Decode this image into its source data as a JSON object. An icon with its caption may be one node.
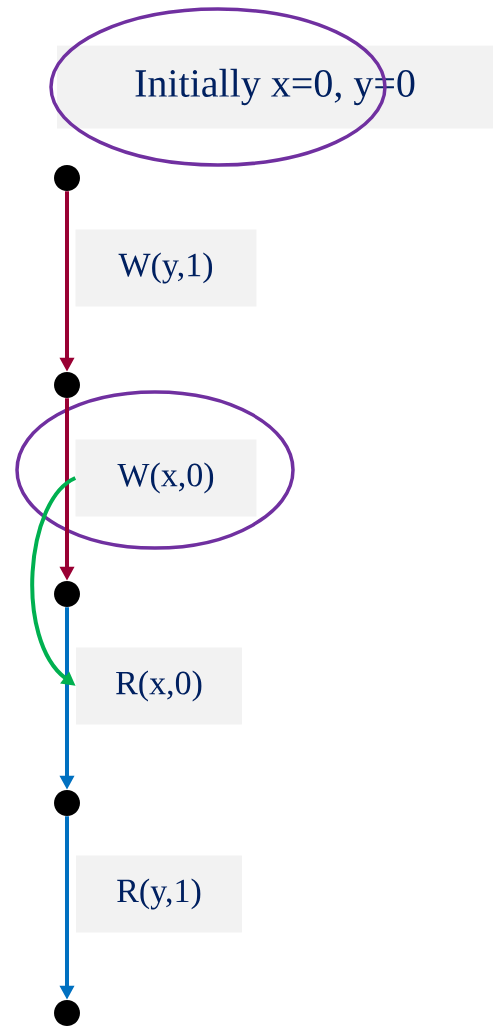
{
  "diagram": {
    "nodes": [
      {
        "text": [
          "Initially x=0, y=0"
        ]
      },
      {
        "text": [],
        "shape": "circle"
      },
      {
        "text": [
          "W(y,1)"
        ]
      },
      {
        "text": [],
        "shape": "circle"
      },
      {
        "text": [
          "W(x,0)"
        ]
      },
      {
        "text": [],
        "shape": "circle"
      },
      {
        "text": [
          "R(x,0)"
        ]
      },
      {
        "text": [],
        "shape": "circle"
      },
      {
        "text": [
          "R(y,1)"
        ]
      },
      {
        "text": [],
        "shape": "circle"
      }
    ],
    "edges": [
      {
        "from": 1,
        "to": 3,
        "arrow": "to",
        "color": "#990033"
      },
      {
        "from": 3,
        "to": 5,
        "arrow": "to",
        "color": "#990033"
      },
      {
        "from": 5,
        "to": 7,
        "arrow": "to",
        "color": "#0070c0"
      },
      {
        "from": 7,
        "to": 9,
        "arrow": "to",
        "color": "#0070c0"
      },
      {
        "from": 4,
        "to": 6,
        "arrow": "to",
        "color": "#00b050"
      }
    ]
  }
}
